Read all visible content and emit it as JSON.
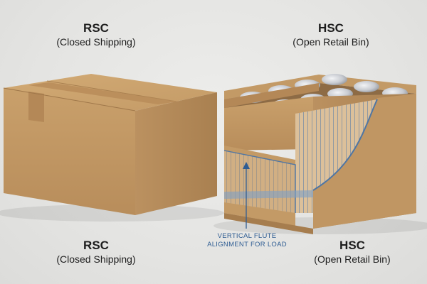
{
  "rsc_top": {
    "title": "RSC",
    "subtitle": "(Closed Shipping)"
  },
  "hsc_top": {
    "title": "HSC",
    "subtitle": "(Open Retail Bin)"
  },
  "rsc_bottom": {
    "title": "RSC",
    "subtitle": "(Closed Shipping)"
  },
  "hsc_bottom": {
    "title": "HSC",
    "subtitle": "(Open Retail Bin)"
  },
  "annotation": {
    "line1": "VERTICAL FLUTE",
    "line2": "ALIGNMENT FOR LOAD"
  },
  "colors": {
    "cardboard": "#c39a66",
    "cardboard_dark": "#a77e4f",
    "tape": "#b68b5a",
    "annotation_blue": "#2f5d93",
    "can_silver": "#c9ccd1"
  }
}
